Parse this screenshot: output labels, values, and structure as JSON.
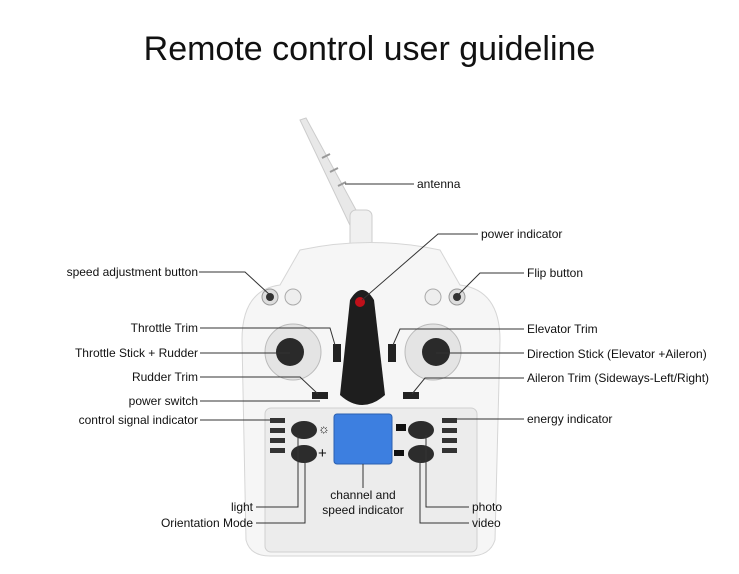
{
  "title": "Remote control user guideline",
  "labels": {
    "antenna": "antenna",
    "power_indicator": "power indicator",
    "speed_adjustment": "speed adjustment button",
    "flip": "Flip button",
    "throttle_trim": "Throttle Trim",
    "elevator_trim": "Elevator Trim",
    "throttle_stick": "Throttle Stick + Rudder",
    "direction_stick": "Direction Stick (Elevator +Aileron)",
    "rudder_trim": "Rudder Trim",
    "aileron_trim": "Aileron Trim (Sideways-Left/Right)",
    "power_switch": "power switch",
    "control_signal": "control signal indicator",
    "energy": "energy indicator",
    "light": "light",
    "orientation": "Orientation Mode",
    "channel_line1": "channel and",
    "channel_line2": "speed indicator",
    "photo": "photo",
    "video": "video"
  },
  "colors": {
    "lcd": "#3d7fe0",
    "indicator": "#c0101a",
    "body": "#f4f4f4"
  }
}
